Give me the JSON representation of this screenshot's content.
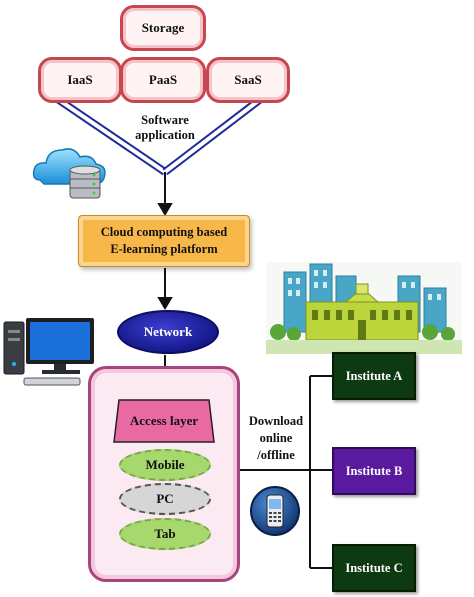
{
  "service_models": {
    "storage": "Storage",
    "iaas": "IaaS",
    "paas": "PaaS",
    "saas": "SaaS"
  },
  "software_application": {
    "line1": "Software",
    "line2": "application"
  },
  "platform": {
    "line1": "Cloud computing based",
    "line2": "E-learning platform"
  },
  "network": "Network",
  "access_layer": "Access layer",
  "devices": {
    "mobile": "Mobile",
    "pc": "PC",
    "tab": "Tab"
  },
  "download": {
    "line1": "Download",
    "line2": "online",
    "line3": "/offline"
  },
  "institutes": {
    "a": "Institute A",
    "b": "Institute B",
    "c": "Institute C"
  },
  "icons": [
    "cloud-server-icon",
    "desktop-computer-icon",
    "city-buildings-icon",
    "mobile-phone-icon"
  ],
  "colors": {
    "pill_border": "#c8464f",
    "platform_fill": "#f7b749",
    "network_fill": "#1e20a8",
    "frame_border": "#a8447d",
    "access_fill": "#e96aa2",
    "device_green": "#a6d86e",
    "device_grey": "#d6d6d6",
    "institute_green": "#0e3a12",
    "institute_purple": "#5a1aa0"
  }
}
